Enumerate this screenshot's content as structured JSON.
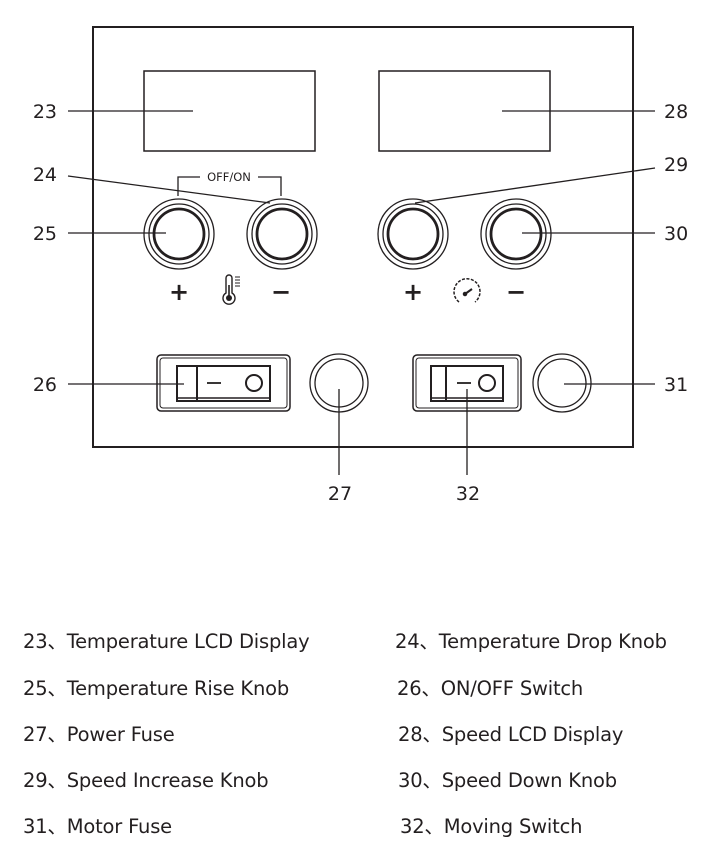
{
  "panel": {
    "off_on_label": "OFF/ON",
    "temp_plus": "+",
    "temp_minus": "−",
    "speed_plus": "+",
    "speed_minus": "−",
    "temp_icon": "thermometer-icon",
    "speed_icon": "speedometer-icon",
    "line_color": "#231f20"
  },
  "callouts": {
    "c23": "23",
    "c24": "24",
    "c25": "25",
    "c26": "26",
    "c27": "27",
    "c28": "28",
    "c29": "29",
    "c30": "30",
    "c31": "31",
    "c32": "32"
  },
  "legend": [
    {
      "num": "23",
      "sep": "、",
      "label": "Temperature LCD Display"
    },
    {
      "num": "24",
      "sep": "、",
      "label": "Temperature Drop Knob"
    },
    {
      "num": "25",
      "sep": "、",
      "label": "Temperature Rise Knob"
    },
    {
      "num": "26",
      "sep": "、",
      "label": "ON/OFF Switch"
    },
    {
      "num": "27",
      "sep": "、",
      "label": "Power Fuse"
    },
    {
      "num": "28",
      "sep": "、",
      "label": "Speed LCD Display"
    },
    {
      "num": "29",
      "sep": "、",
      "label": "Speed Increase Knob"
    },
    {
      "num": "30",
      "sep": "、",
      "label": "Speed Down Knob"
    },
    {
      "num": "31",
      "sep": "、",
      "label": "Motor Fuse"
    },
    {
      "num": "32",
      "sep": "、",
      "label": "Moving Switch"
    }
  ]
}
